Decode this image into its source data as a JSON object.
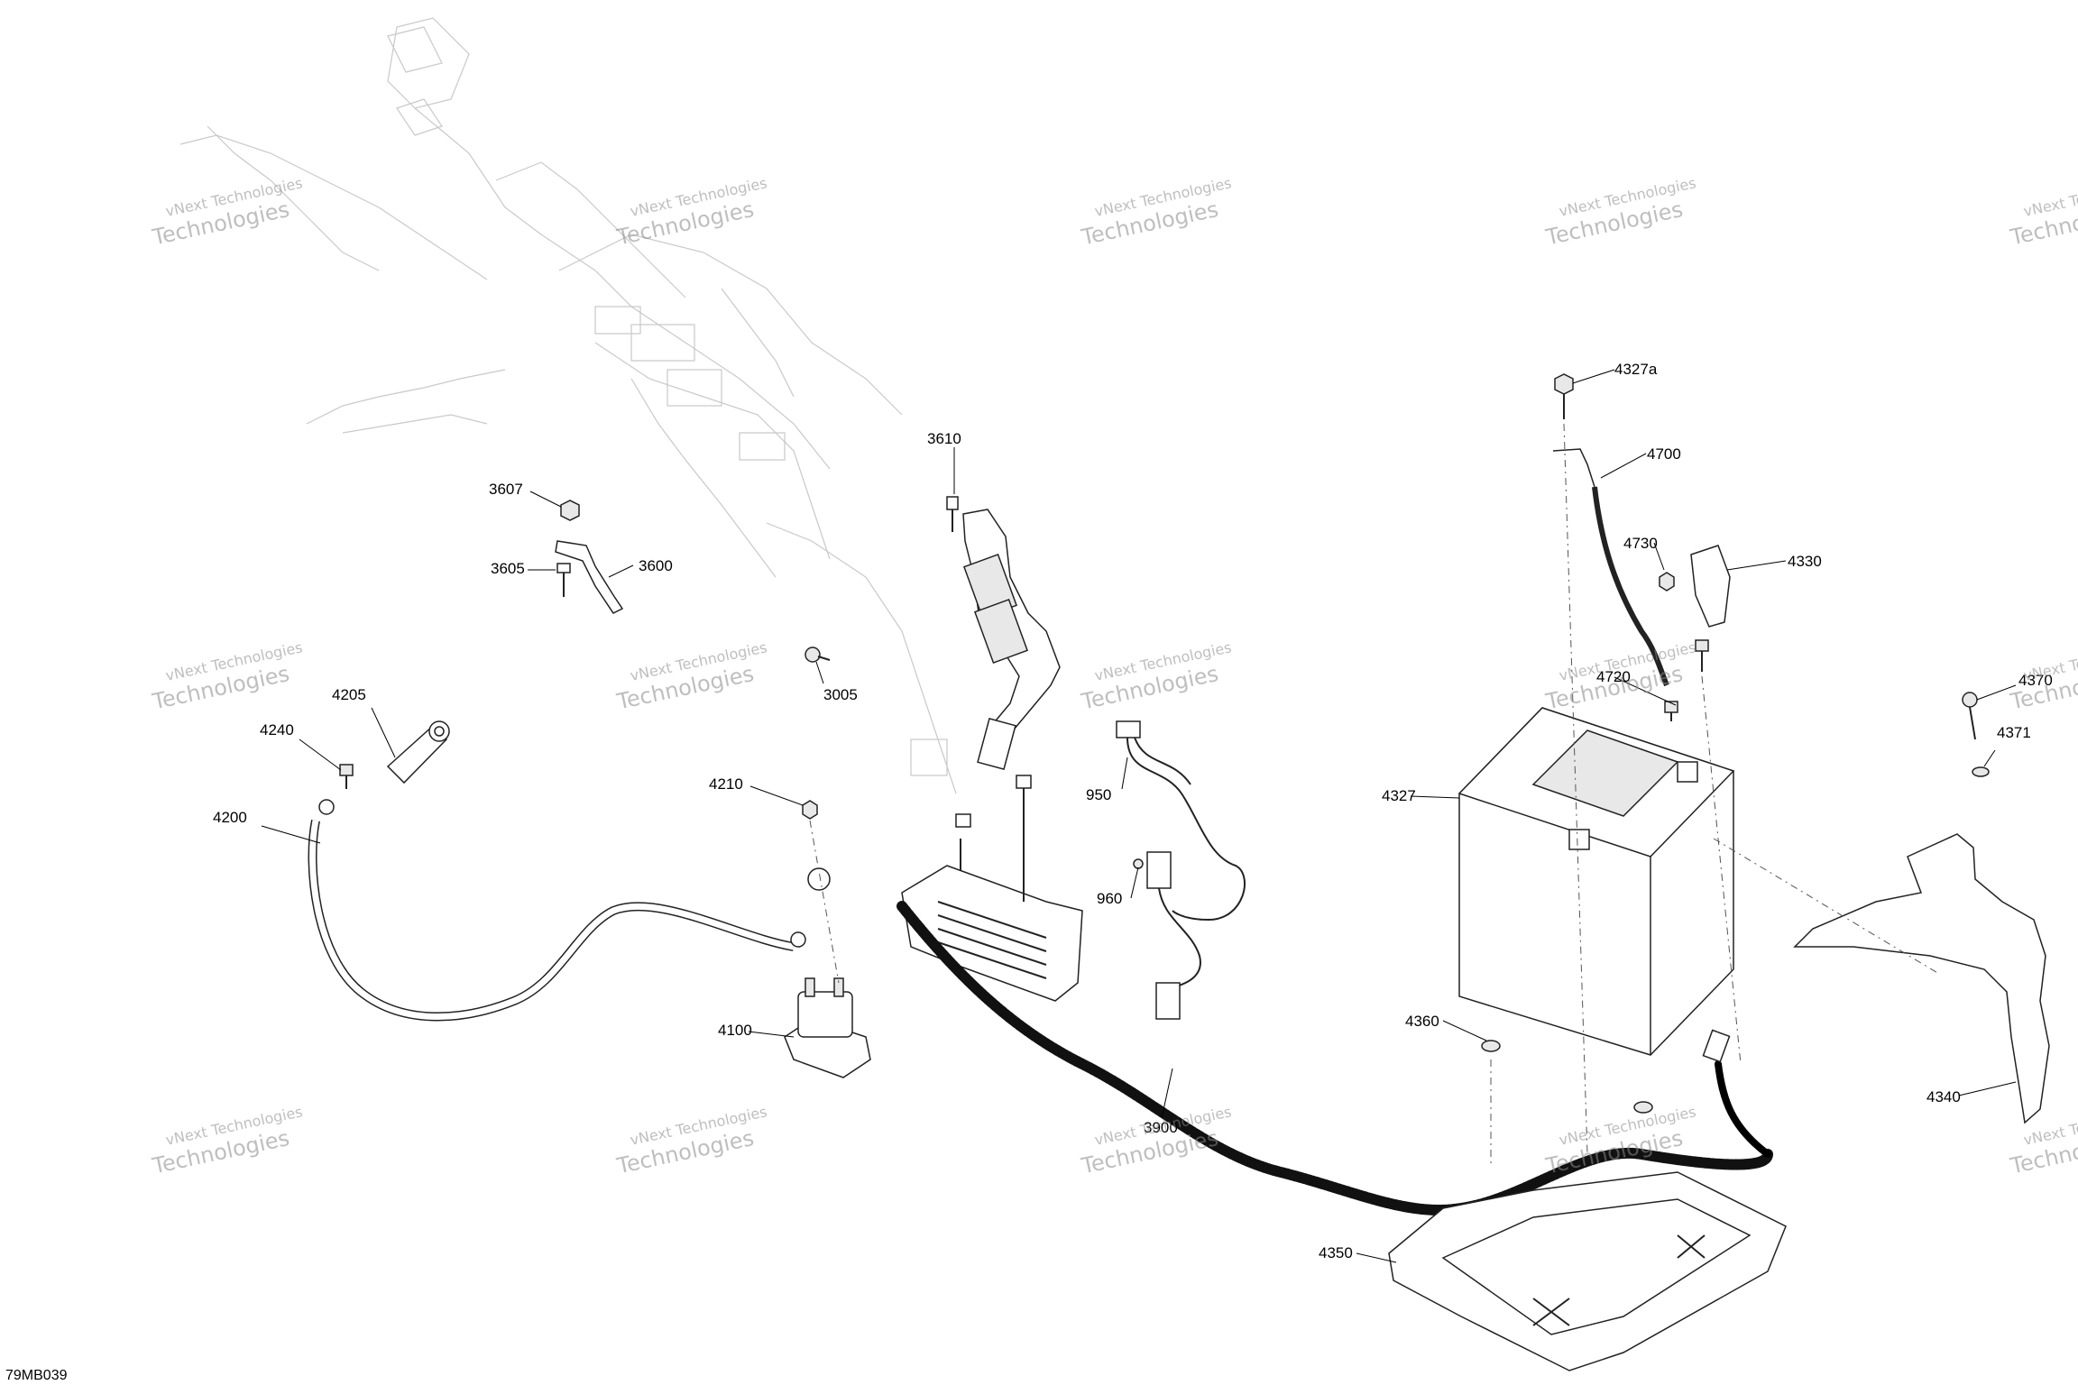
{
  "figure_id": "79MB039",
  "watermark": {
    "line1": "vNext Technologies",
    "line2": "Technologies",
    "overlay": "vNext"
  },
  "callouts": {
    "c4327a": "4327a",
    "c4700": "4700",
    "c3610": "3610",
    "c3607": "3607",
    "c4730": "4730",
    "c4330": "4330",
    "c3605": "3605",
    "c3600": "3600",
    "c3005": "3005",
    "c4720": "4720",
    "c4370": "4370",
    "c4205": "4205",
    "c4371": "4371",
    "c4240": "4240",
    "c950": "950",
    "c4327": "4327",
    "c4210": "4210",
    "c4200": "4200",
    "c960": "960",
    "c4100": "4100",
    "c4360": "4360",
    "c4340": "4340",
    "c3900": "3900",
    "c4350": "4350"
  }
}
